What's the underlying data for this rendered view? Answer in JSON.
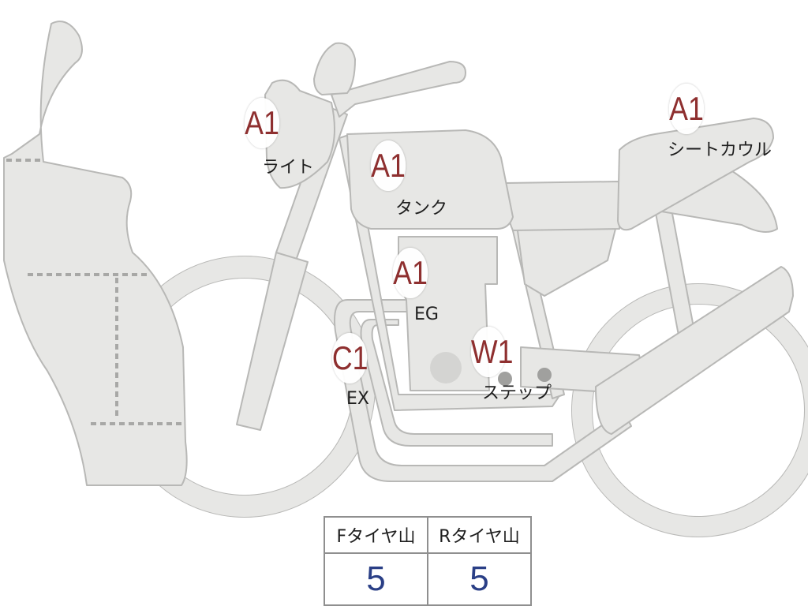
{
  "markers": {
    "light": {
      "grade": "A1",
      "label": "ライト"
    },
    "tank": {
      "grade": "A1",
      "label": "タンク"
    },
    "seat_cowl": {
      "grade": "A1",
      "label": "シートカウル"
    },
    "engine": {
      "grade": "A1",
      "label": "EG"
    },
    "exhaust": {
      "grade": "C1",
      "label": "EX"
    },
    "step": {
      "grade": "W1",
      "label": "ステップ"
    }
  },
  "tire_table": {
    "front_header": "Fタイヤ山",
    "rear_header": "Rタイヤ山",
    "front_value": "5",
    "rear_value": "5"
  }
}
